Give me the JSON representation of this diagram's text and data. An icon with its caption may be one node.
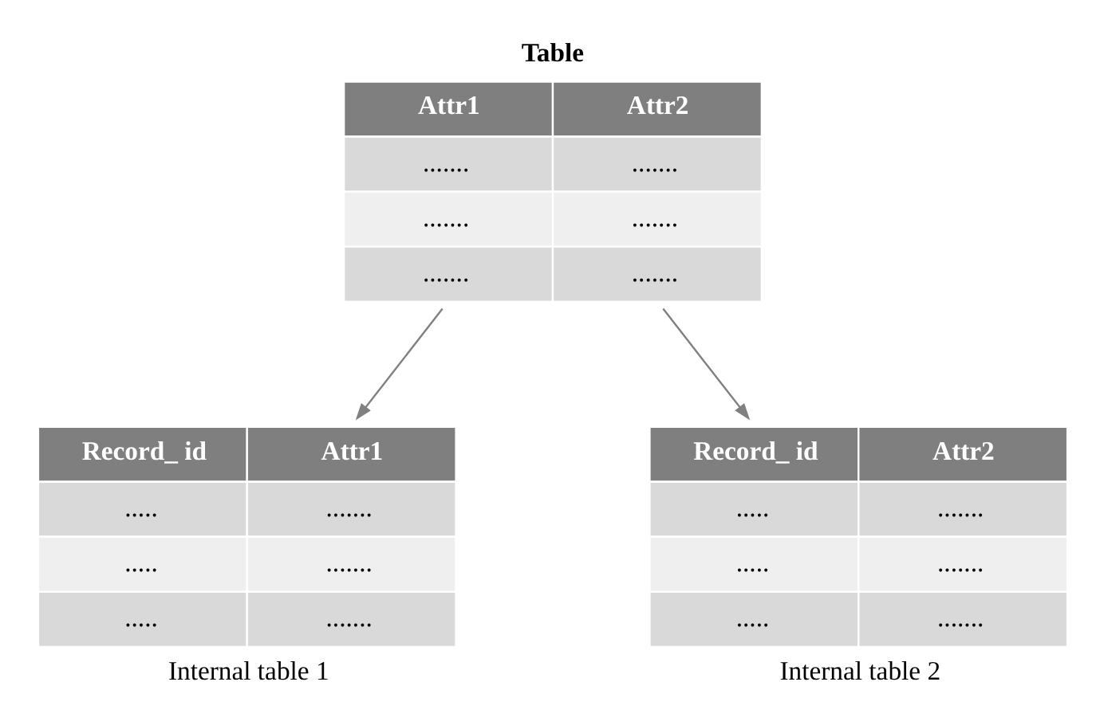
{
  "diagram": {
    "nodes": [
      {
        "text": [
          "Table",
          "Attr1",
          "Attr2",
          ".......",
          ".......",
          ".......",
          ".......",
          ".......",
          "......."
        ]
      },
      {
        "text": [
          "Record_ id",
          "Attr1",
          ".....",
          ".......",
          ".....",
          ".......",
          ".....",
          "......."
        ],
        "beside": [
          "Internal table 1"
        ]
      },
      {
        "text": [
          "Record_ id",
          "Attr2",
          ".....",
          ".......",
          ".....",
          ".......",
          ".....",
          "......."
        ],
        "beside": [
          "Internal table 2"
        ]
      }
    ],
    "edges": [
      {
        "from": 0,
        "to": 1,
        "arrow": "to"
      },
      {
        "from": 0,
        "to": 2,
        "arrow": "to"
      }
    ]
  }
}
